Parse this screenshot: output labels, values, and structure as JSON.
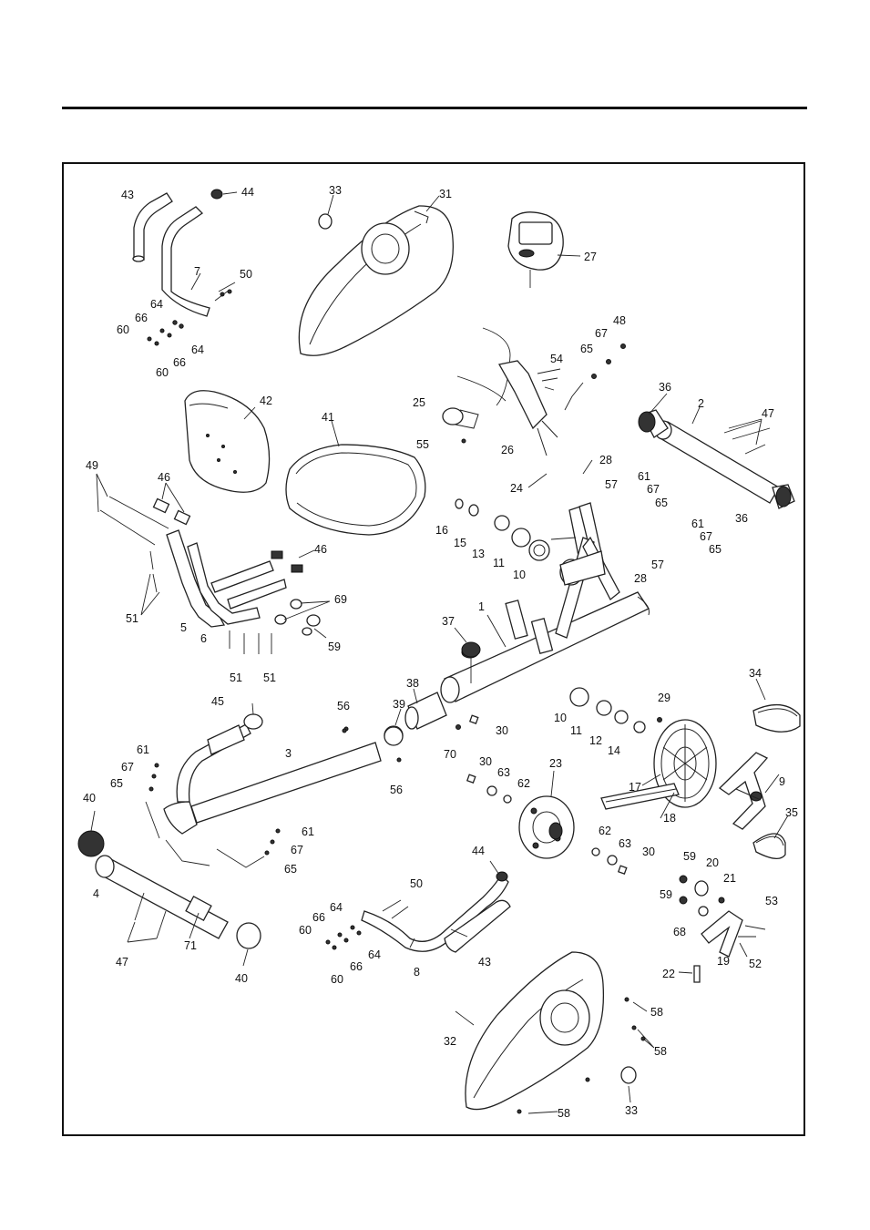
{
  "callouts": [
    {
      "id": "c43a",
      "text": "43"
    },
    {
      "id": "c44a",
      "text": "44"
    },
    {
      "id": "c7",
      "text": "7"
    },
    {
      "id": "c50a",
      "text": "50"
    },
    {
      "id": "c64a",
      "text": "64"
    },
    {
      "id": "c66a",
      "text": "66"
    },
    {
      "id": "c60a",
      "text": "60"
    },
    {
      "id": "c64b",
      "text": "64"
    },
    {
      "id": "c66b",
      "text": "66"
    },
    {
      "id": "c60b",
      "text": "60"
    },
    {
      "id": "c33a",
      "text": "33"
    },
    {
      "id": "c31",
      "text": "31"
    },
    {
      "id": "c27",
      "text": "27"
    },
    {
      "id": "c48",
      "text": "48"
    },
    {
      "id": "c67a",
      "text": "67"
    },
    {
      "id": "c65a",
      "text": "65"
    },
    {
      "id": "c54",
      "text": "54"
    },
    {
      "id": "c25",
      "text": "25"
    },
    {
      "id": "c55",
      "text": "55"
    },
    {
      "id": "c26",
      "text": "26"
    },
    {
      "id": "c36a",
      "text": "36"
    },
    {
      "id": "c2",
      "text": "2"
    },
    {
      "id": "c47a",
      "text": "47"
    },
    {
      "id": "c36b",
      "text": "36"
    },
    {
      "id": "c42",
      "text": "42"
    },
    {
      "id": "c41",
      "text": "41"
    },
    {
      "id": "c49",
      "text": "49"
    },
    {
      "id": "c46a",
      "text": "46"
    },
    {
      "id": "c46b",
      "text": "46"
    },
    {
      "id": "c69",
      "text": "69"
    },
    {
      "id": "c59a",
      "text": "59"
    },
    {
      "id": "c51a",
      "text": "51"
    },
    {
      "id": "c5",
      "text": "5"
    },
    {
      "id": "c6",
      "text": "6"
    },
    {
      "id": "c51b",
      "text": "51"
    },
    {
      "id": "c51c",
      "text": "51"
    },
    {
      "id": "c28a",
      "text": "28"
    },
    {
      "id": "c24",
      "text": "24"
    },
    {
      "id": "c57a",
      "text": "57"
    },
    {
      "id": "c61a",
      "text": "61"
    },
    {
      "id": "c67b",
      "text": "67"
    },
    {
      "id": "c65b",
      "text": "65"
    },
    {
      "id": "c16",
      "text": "16"
    },
    {
      "id": "c15",
      "text": "15"
    },
    {
      "id": "c13",
      "text": "13"
    },
    {
      "id": "c11a",
      "text": "11"
    },
    {
      "id": "c10a",
      "text": "10"
    },
    {
      "id": "c57b",
      "text": "57"
    },
    {
      "id": "c28b",
      "text": "28"
    },
    {
      "id": "c61b",
      "text": "61"
    },
    {
      "id": "c67c",
      "text": "67"
    },
    {
      "id": "c65c",
      "text": "65"
    },
    {
      "id": "c1",
      "text": "1"
    },
    {
      "id": "c37",
      "text": "37"
    },
    {
      "id": "c38",
      "text": "38"
    },
    {
      "id": "c39",
      "text": "39"
    },
    {
      "id": "c56a",
      "text": "56"
    },
    {
      "id": "c56b",
      "text": "56"
    },
    {
      "id": "c70",
      "text": "70"
    },
    {
      "id": "c30a",
      "text": "30"
    },
    {
      "id": "c45",
      "text": "45"
    },
    {
      "id": "c3",
      "text": "3"
    },
    {
      "id": "c61c",
      "text": "61"
    },
    {
      "id": "c67d",
      "text": "67"
    },
    {
      "id": "c65d",
      "text": "65"
    },
    {
      "id": "c61d",
      "text": "61"
    },
    {
      "id": "c67e",
      "text": "67"
    },
    {
      "id": "c65e",
      "text": "65"
    },
    {
      "id": "c40a",
      "text": "40"
    },
    {
      "id": "c4",
      "text": "4"
    },
    {
      "id": "c47b",
      "text": "47"
    },
    {
      "id": "c71",
      "text": "71"
    },
    {
      "id": "c40b",
      "text": "40"
    },
    {
      "id": "c10b",
      "text": "10"
    },
    {
      "id": "c11b",
      "text": "11"
    },
    {
      "id": "c12",
      "text": "12"
    },
    {
      "id": "c14",
      "text": "14"
    },
    {
      "id": "c29",
      "text": "29"
    },
    {
      "id": "c34",
      "text": "34"
    },
    {
      "id": "c17",
      "text": "17"
    },
    {
      "id": "c9",
      "text": "9"
    },
    {
      "id": "c18",
      "text": "18"
    },
    {
      "id": "c35",
      "text": "35"
    },
    {
      "id": "c30b",
      "text": "30"
    },
    {
      "id": "c63a",
      "text": "63"
    },
    {
      "id": "c62a",
      "text": "62"
    },
    {
      "id": "c23",
      "text": "23"
    },
    {
      "id": "c62b",
      "text": "62"
    },
    {
      "id": "c63b",
      "text": "63"
    },
    {
      "id": "c30c",
      "text": "30"
    },
    {
      "id": "c44b",
      "text": "44"
    },
    {
      "id": "c50b",
      "text": "50"
    },
    {
      "id": "c64c",
      "text": "64"
    },
    {
      "id": "c66c",
      "text": "66"
    },
    {
      "id": "c60c",
      "text": "60"
    },
    {
      "id": "c64d",
      "text": "64"
    },
    {
      "id": "c66d",
      "text": "66"
    },
    {
      "id": "c60d",
      "text": "60"
    },
    {
      "id": "c8",
      "text": "8"
    },
    {
      "id": "c43b",
      "text": "43"
    },
    {
      "id": "c59b",
      "text": "59"
    },
    {
      "id": "c20",
      "text": "20"
    },
    {
      "id": "c21",
      "text": "21"
    },
    {
      "id": "c53",
      "text": "53"
    },
    {
      "id": "c59c",
      "text": "59"
    },
    {
      "id": "c68",
      "text": "68"
    },
    {
      "id": "c22",
      "text": "22"
    },
    {
      "id": "c19",
      "text": "19"
    },
    {
      "id": "c52",
      "text": "52"
    },
    {
      "id": "c58a",
      "text": "58"
    },
    {
      "id": "c32",
      "text": "32"
    },
    {
      "id": "c58b",
      "text": "58"
    },
    {
      "id": "c33b",
      "text": "33"
    },
    {
      "id": "c58c",
      "text": "58"
    }
  ]
}
